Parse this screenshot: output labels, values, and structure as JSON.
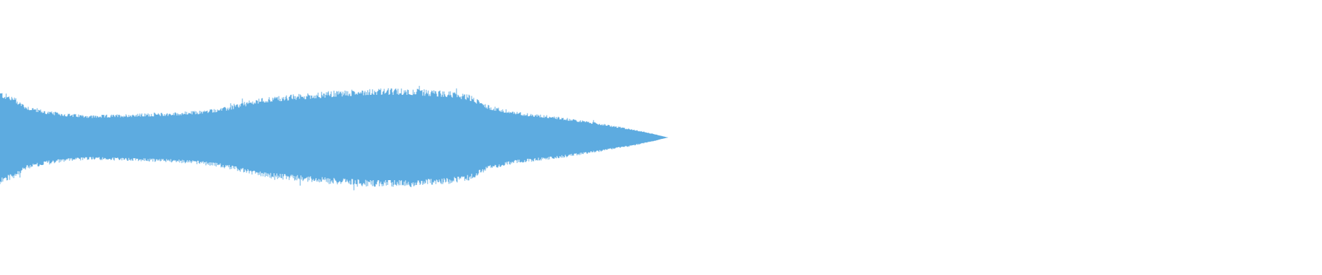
{
  "waveform": {
    "color": "#5dabe0",
    "background": "#ffffff",
    "envelope": [
      {
        "t": 0.0,
        "a": 0.52
      },
      {
        "t": 0.01,
        "a": 0.46
      },
      {
        "t": 0.02,
        "a": 0.36
      },
      {
        "t": 0.035,
        "a": 0.3
      },
      {
        "t": 0.05,
        "a": 0.27
      },
      {
        "t": 0.07,
        "a": 0.25
      },
      {
        "t": 0.09,
        "a": 0.26
      },
      {
        "t": 0.11,
        "a": 0.27
      },
      {
        "t": 0.13,
        "a": 0.28
      },
      {
        "t": 0.15,
        "a": 0.3
      },
      {
        "t": 0.17,
        "a": 0.34
      },
      {
        "t": 0.185,
        "a": 0.4
      },
      {
        "t": 0.2,
        "a": 0.45
      },
      {
        "t": 0.22,
        "a": 0.48
      },
      {
        "t": 0.25,
        "a": 0.52
      },
      {
        "t": 0.28,
        "a": 0.55
      },
      {
        "t": 0.31,
        "a": 0.55
      },
      {
        "t": 0.34,
        "a": 0.52
      },
      {
        "t": 0.355,
        "a": 0.48
      },
      {
        "t": 0.37,
        "a": 0.36
      },
      {
        "t": 0.39,
        "a": 0.29
      },
      {
        "t": 0.42,
        "a": 0.24
      },
      {
        "t": 0.45,
        "a": 0.17
      },
      {
        "t": 0.48,
        "a": 0.09
      },
      {
        "t": 0.495,
        "a": 0.04
      },
      {
        "t": 0.505,
        "a": 0.0
      }
    ],
    "baseline": 0.5,
    "max_half_height_fraction": 0.32
  }
}
